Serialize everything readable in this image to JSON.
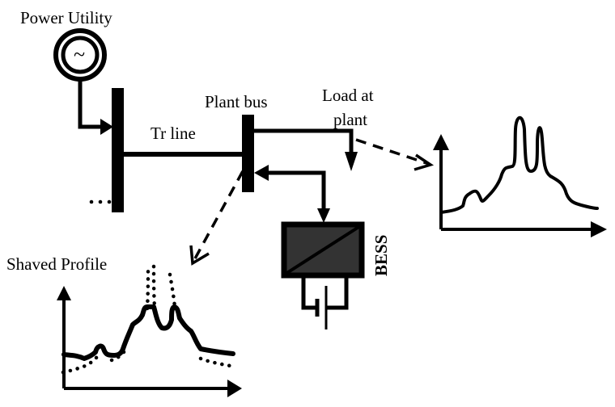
{
  "labels": {
    "power_utility": "Power Utility",
    "tr_line": "Tr line",
    "plant_bus": "Plant bus",
    "load_at_plant_line1": "Load at",
    "load_at_plant_line2": "plant",
    "bess": "BESS",
    "shaved_profile": "Shaved Profile",
    "generator_symbol": "~",
    "continuation": "…"
  },
  "colors": {
    "line": "#000000",
    "converter_fill": "#333333",
    "background": "#ffffff"
  },
  "profiles": {
    "load_profile": {
      "description": "Original load profile with two sharp peaks",
      "shape": "base rising, small bump, plateau, two tall peaks, tapering off"
    },
    "shaved_profile": {
      "description": "Peak-shaved profile (solid) over original profile (dotted)",
      "series": [
        "shaved (solid)",
        "original (dotted)"
      ]
    }
  }
}
